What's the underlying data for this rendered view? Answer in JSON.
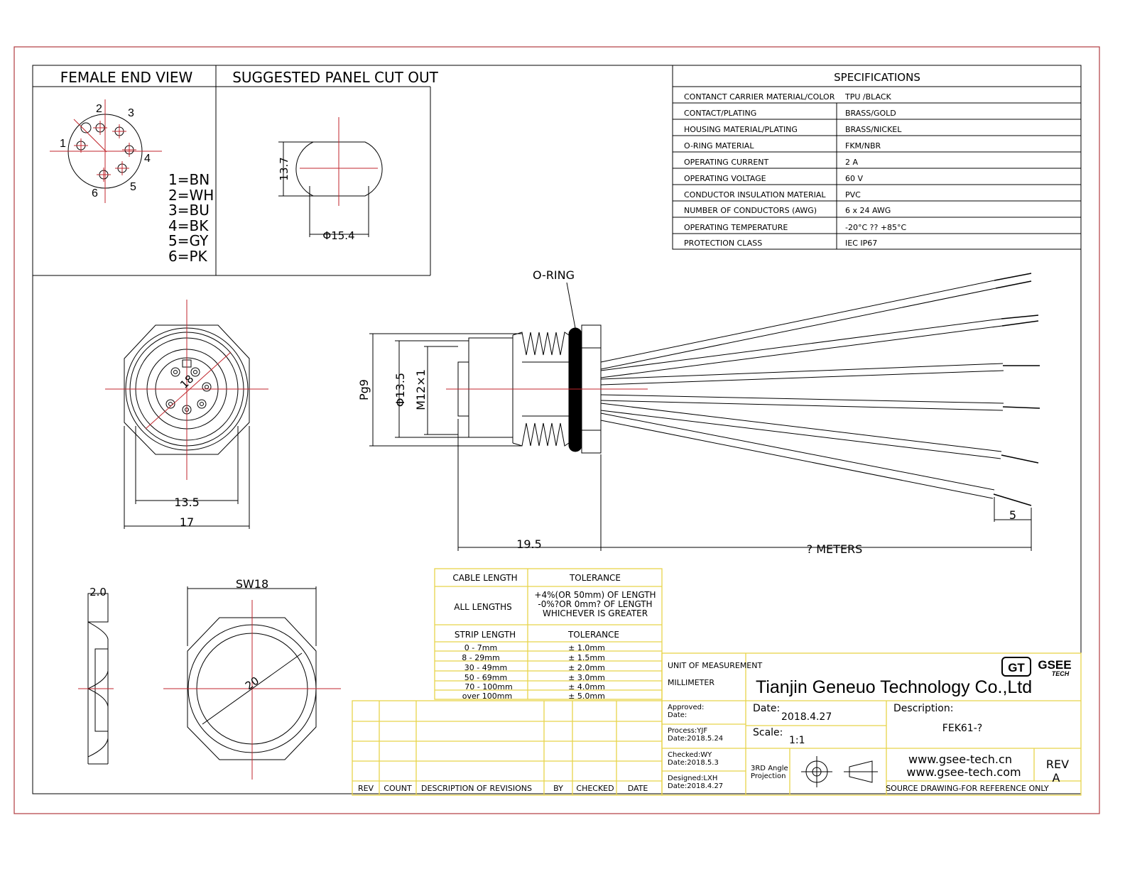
{
  "views": {
    "female_end_view": "FEMALE END VIEW",
    "panel_cutout": "SUGGESTED PANEL CUT OUT"
  },
  "pins": {
    "numbers": [
      "1",
      "2",
      "3",
      "4",
      "5",
      "6"
    ],
    "colors": [
      "1=BN",
      "2=WH",
      "3=BU",
      "4=BK",
      "5=GY",
      "6=PK"
    ]
  },
  "cutout": {
    "height": "13.7",
    "diameter": "Φ15.4"
  },
  "specifications": {
    "title": "SPECIFICATIONS",
    "rows": [
      {
        "label": "CONTANCT CARRIER MATERIAL/COLOR",
        "value": "TPU /BLACK"
      },
      {
        "label": "CONTACT/PLATING",
        "value": "BRASS/GOLD"
      },
      {
        "label": "HOUSING MATERIAL/PLATING",
        "value": "BRASS/NICKEL"
      },
      {
        "label": "O-RING MATERIAL",
        "value": "FKM/NBR"
      },
      {
        "label": "OPERATING CURRENT",
        "value": "2 A"
      },
      {
        "label": "OPERATING VOLTAGE",
        "value": "60 V"
      },
      {
        "label": "CONDUCTOR INSULATION MATERIAL",
        "value": "PVC"
      },
      {
        "label": "NUMBER OF CONDUCTORS (AWG)",
        "value": "6 x 24 AWG"
      },
      {
        "label": "OPERATING TEMPERATURE",
        "value": "-20°C ?? +85°C"
      },
      {
        "label": "PROTECTION CLASS",
        "value": "IEC  IP67"
      }
    ]
  },
  "side_view": {
    "oring_label": "O-RING",
    "pg9": "Pg9",
    "d135": "Φ13.5",
    "m12": "M12×1",
    "len_19_5": "19.5",
    "meters": "? METERS",
    "strip": "5"
  },
  "front_view": {
    "dim_13_5": "13.5",
    "dim_17": "17",
    "dim_18": "18"
  },
  "nut_view": {
    "sw18": "SW18",
    "dia20": "20",
    "thick": "2.0"
  },
  "tolerance": {
    "h1": "CABLE LENGTH",
    "h2": "TOLERANCE",
    "all_lengths": "ALL LENGTHS",
    "all_tol": [
      "+4%(OR 50mm) OF LENGTH",
      "-0%?OR 0mm? OF LENGTH",
      "WHICHEVER  IS  GREATER"
    ],
    "h3": "STRIP LENGTH",
    "h4": "TOLERANCE",
    "strip_rows": [
      {
        "len": "0 - 7mm",
        "tol": "± 1.0mm"
      },
      {
        "len": "8 - 29mm",
        "tol": "± 1.5mm"
      },
      {
        "len": "30 - 49mm",
        "tol": "± 2.0mm"
      },
      {
        "len": "50 - 69mm",
        "tol": "± 3.0mm"
      },
      {
        "len": "70 - 100mm",
        "tol": "± 4.0mm"
      },
      {
        "len": "over 100mm",
        "tol": "± 5.0mm"
      }
    ]
  },
  "revisions": {
    "headers": [
      "REV",
      "COUNT",
      "DESCRIPTION  OF  REVISIONS",
      "BY",
      "CHECKED",
      "DATE"
    ]
  },
  "title_block": {
    "unit_label": "UNIT OF MEASUREMENT",
    "unit_value": "MILLIMETER",
    "company": "Tianjin Geneuo Technology Co.,Ltd",
    "logo_gt": "GT",
    "logo_gsee": "GSEE",
    "logo_tech": "TECH",
    "approved": "Approved:",
    "approved_date": "Date:",
    "process": "Process:YJF",
    "process_date": "Date:2018.5.24",
    "checked": "Checked:WY",
    "checked_date": "Date:2018.5.3",
    "designed": "Designed:LXH",
    "designed_date": "Date:2018.4.27",
    "date_label": "Date:",
    "date_value": "2018.4.27",
    "scale_label": "Scale:",
    "scale_value": "1:1",
    "projection_1": "3RD Angle",
    "projection_2": "Projection",
    "desc_label": "Description:",
    "desc_value": "FEK61-?",
    "web1": "www.gsee-tech.cn",
    "web2": "www.gsee-tech.com",
    "rev_label": "REV",
    "rev_value": "A",
    "source_note": "SOURCE DRAWING-FOR REFERENCE ONLY"
  }
}
